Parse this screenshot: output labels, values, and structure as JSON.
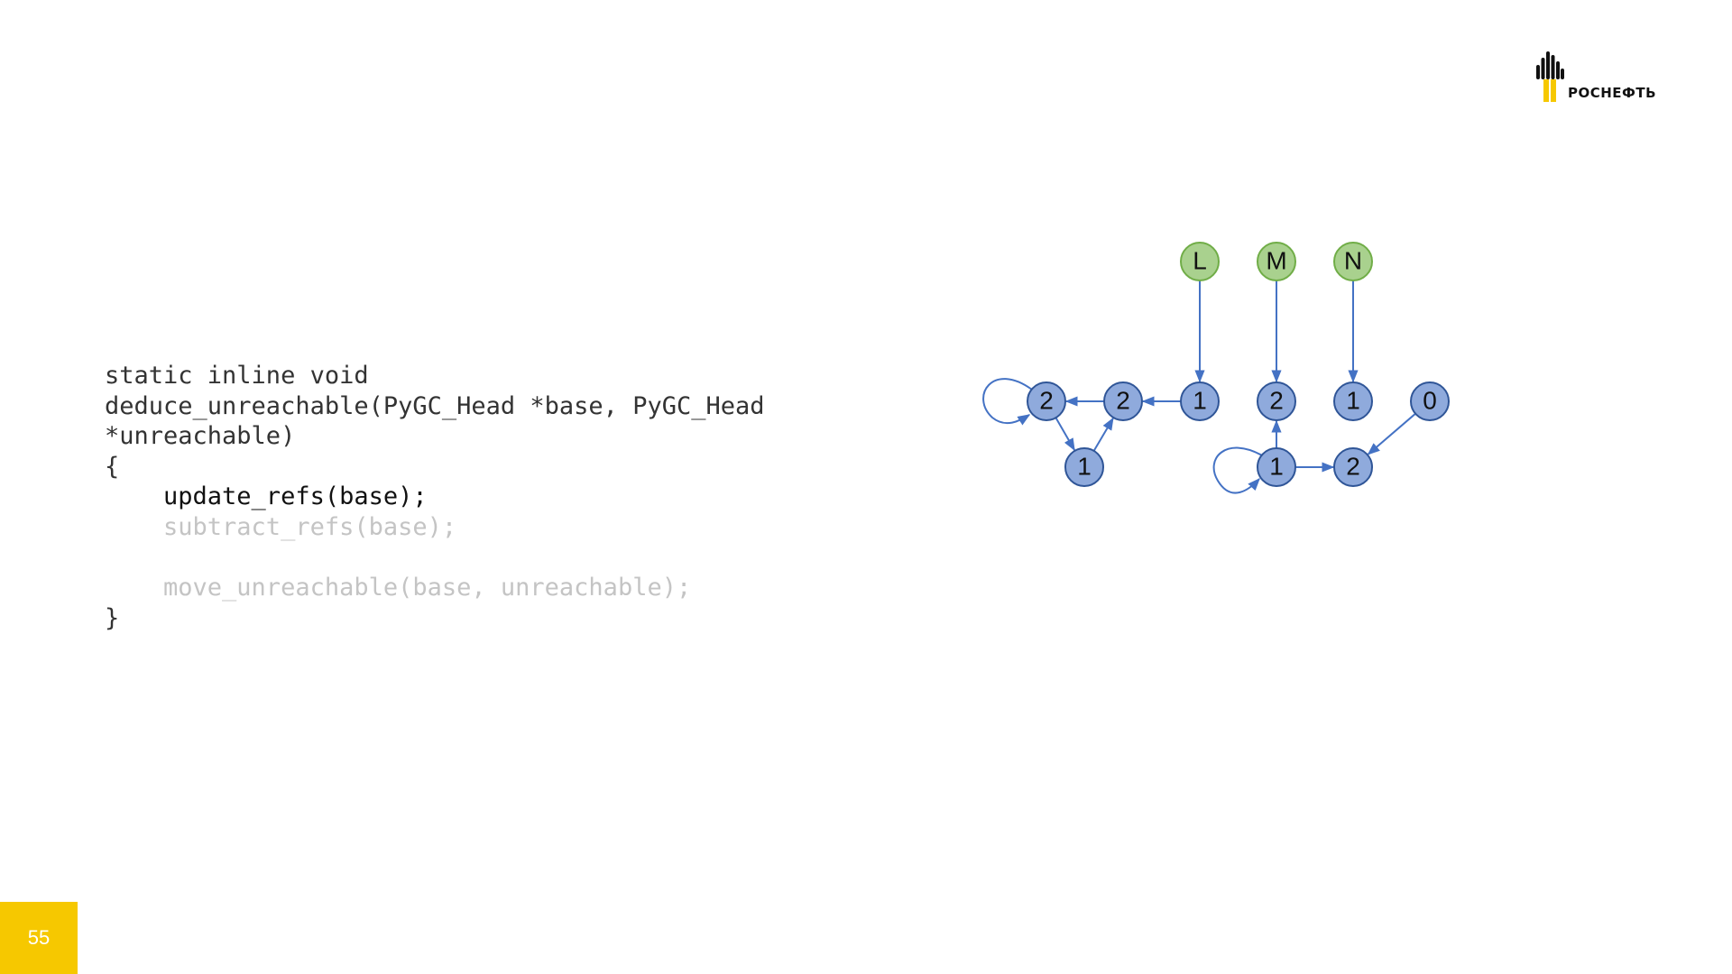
{
  "brand": {
    "logo_text": "РОСНЕФТЬ",
    "colors": {
      "yellow": "#f6c800",
      "black": "#111111"
    }
  },
  "code": {
    "lines": [
      {
        "text": "static inline void",
        "state": "normal"
      },
      {
        "text": "deduce_unreachable(PyGC_Head *base, PyGC_Head",
        "state": "normal"
      },
      {
        "text": "*unreachable)",
        "state": "normal"
      },
      {
        "text": "{",
        "state": "normal"
      },
      {
        "text": "    update_refs(base);",
        "state": "active"
      },
      {
        "text": "    subtract_refs(base);",
        "state": "dim"
      },
      {
        "text": "",
        "state": "normal"
      },
      {
        "text": "    move_unreachable(base, unreachable);",
        "state": "dim"
      },
      {
        "text": "}",
        "state": "normal"
      }
    ]
  },
  "graph": {
    "colors": {
      "root_fill": "#a9d18e",
      "root_stroke": "#70ad47",
      "node_fill": "#8faadc",
      "node_stroke": "#2f5597",
      "edge": "#4472c4"
    },
    "roots": [
      {
        "id": "L",
        "label": "L"
      },
      {
        "id": "M",
        "label": "M"
      },
      {
        "id": "N",
        "label": "N"
      }
    ],
    "nodes": [
      {
        "id": "a",
        "label": "2"
      },
      {
        "id": "b",
        "label": "2"
      },
      {
        "id": "c",
        "label": "1"
      },
      {
        "id": "d",
        "label": "1"
      },
      {
        "id": "e",
        "label": "2"
      },
      {
        "id": "f",
        "label": "1"
      },
      {
        "id": "g",
        "label": "0"
      },
      {
        "id": "h",
        "label": "1"
      },
      {
        "id": "i",
        "label": "2"
      }
    ],
    "edges": [
      [
        "L",
        "c"
      ],
      [
        "M",
        "e"
      ],
      [
        "N",
        "f"
      ],
      [
        "c",
        "b"
      ],
      [
        "b",
        "a"
      ],
      [
        "a",
        "a"
      ],
      [
        "a",
        "d"
      ],
      [
        "d",
        "b"
      ],
      [
        "h",
        "e"
      ],
      [
        "h",
        "i"
      ],
      [
        "h",
        "h"
      ],
      [
        "g",
        "i"
      ]
    ]
  },
  "footer": {
    "page_number": "55"
  }
}
